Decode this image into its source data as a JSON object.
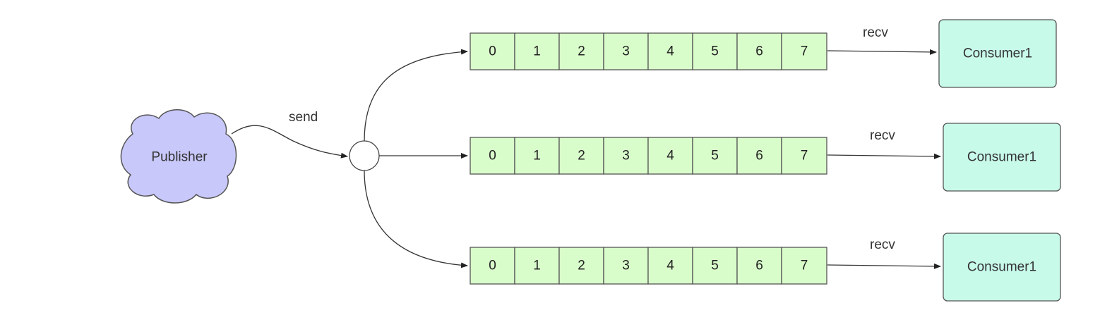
{
  "publisher": {
    "label": "Publisher",
    "fill": "#c8c8fa",
    "stroke": "#555555"
  },
  "send_label": "send",
  "queue_fill": "#d9fccb",
  "consumer_fill": "#c8faea",
  "queues": [
    {
      "cells": [
        "0",
        "1",
        "2",
        "3",
        "4",
        "5",
        "6",
        "7"
      ],
      "recv_label": "recv",
      "consumer_label": "Consumer1"
    },
    {
      "cells": [
        "0",
        "1",
        "2",
        "3",
        "4",
        "5",
        "6",
        "7"
      ],
      "recv_label": "recv",
      "consumer_label": "Consumer1"
    },
    {
      "cells": [
        "0",
        "1",
        "2",
        "3",
        "4",
        "5",
        "6",
        "7"
      ],
      "recv_label": "recv",
      "consumer_label": "Consumer1"
    }
  ]
}
